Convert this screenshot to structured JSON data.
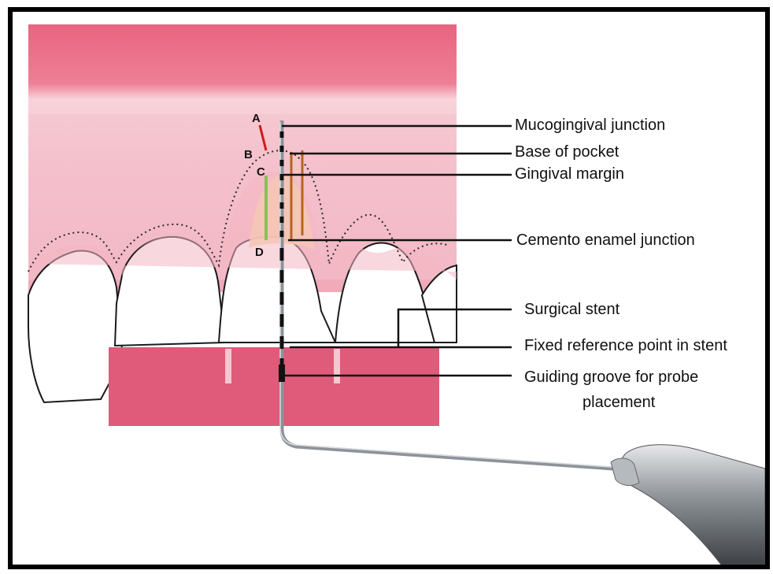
{
  "points": {
    "a": "A",
    "b": "B",
    "c": "C",
    "d": "D"
  },
  "labels": {
    "mucogingival": "Mucogingival junction",
    "base_pocket": "Base of pocket",
    "gingival_margin": "Gingival margin",
    "cej": "Cemento enamel junction",
    "surgical_stent": "Surgical stent",
    "fixed_reference": "Fixed reference point in stent",
    "guiding_groove_line1": "Guiding groove for probe",
    "guiding_groove_line2": "placement"
  },
  "colors": {
    "gingiva_dark": "#e8647f",
    "gingiva_light": "#f6c8d1",
    "stent": "#e05a7a",
    "tooth": "#ffffff",
    "enamel_highlight": "#f7d9a6",
    "measure_red": "#d11b1b",
    "measure_orange": "#b8641e",
    "measure_green": "#8bbf5a",
    "probe_steel": "#9aa0a6"
  }
}
